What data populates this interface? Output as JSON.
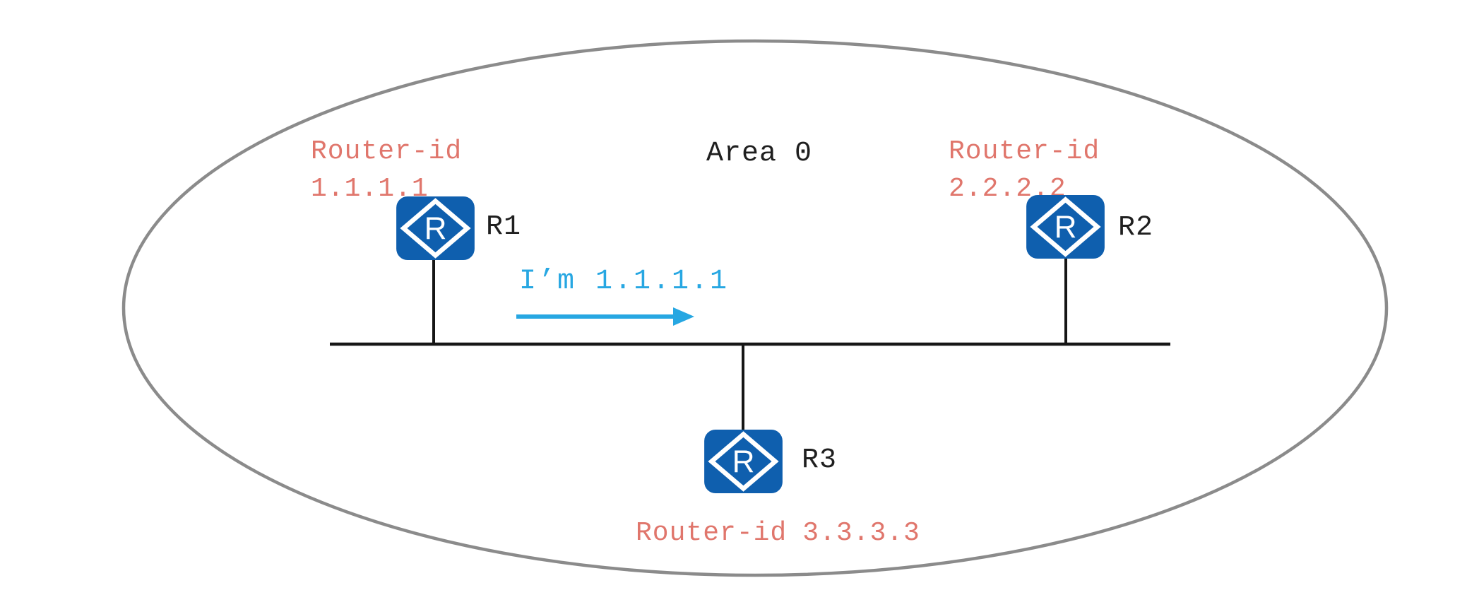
{
  "diagram": {
    "area_label": "Area 0",
    "icon_glyph": "R",
    "announcement": {
      "text": "I’m 1.1.1.1"
    },
    "routers": [
      {
        "name": "R1",
        "router_id_label": "Router-id",
        "router_id_value": "1.1.1.1"
      },
      {
        "name": "R2",
        "router_id_label": "Router-id",
        "router_id_value": "2.2.2.2"
      },
      {
        "name": "R3",
        "router_id_label": "Router-id",
        "router_id_value": "3.3.3.3"
      }
    ],
    "colors": {
      "router_blue": "#0f5fae",
      "router_id_red": "#e0766c",
      "announce_cyan": "#27a7e2",
      "line_black": "#161616",
      "ellipse_gray": "#8b8b8b",
      "label_black": "#1f1f1f"
    }
  }
}
